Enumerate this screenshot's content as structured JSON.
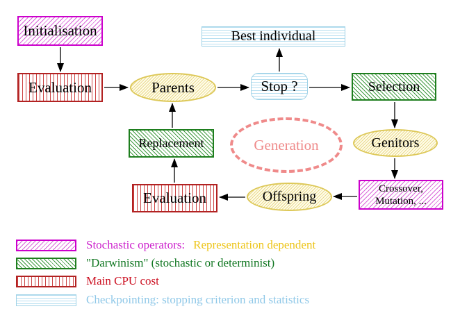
{
  "nodes": {
    "initialisation": {
      "label": "Initialisation"
    },
    "evaluation_top": {
      "label": "Evaluation"
    },
    "parents": {
      "label": "Parents"
    },
    "best_individual": {
      "label": "Best individual"
    },
    "stop": {
      "label": "Stop ?"
    },
    "selection": {
      "label": "Selection"
    },
    "genitors": {
      "label": "Genitors"
    },
    "crossover_mutation": {
      "line1": "Crossover,",
      "line2": "Mutation, ..."
    },
    "offspring": {
      "label": "Offspring"
    },
    "evaluation_bottom": {
      "label": "Evaluation"
    },
    "replacement": {
      "label": "Replacement"
    },
    "generation": {
      "label": "Generation"
    }
  },
  "legend": {
    "items": [
      {
        "swatch": "magenta-diagonal-hatch",
        "text_primary": "Stochastic operators:",
        "text_secondary": "Representation dependent"
      },
      {
        "swatch": "green-diagonal-hatch",
        "text_primary": "\"Darwinism\" (stochastic or determinist)"
      },
      {
        "swatch": "red-vertical-stripes",
        "text_primary": "Main CPU cost"
      },
      {
        "swatch": "cyan-horizontal-stripes",
        "text_primary": "Checkpointing: stopping criterion and statistics"
      }
    ]
  },
  "colors": {
    "stochastic_magenta": "#cc00cc",
    "darwinism_green": "#1e7e1e",
    "cpu_red": "#b22222",
    "checkpoint_cyan": "#9fd2e6",
    "operator_yellow": "#ddc858",
    "representation_gold": "#edc51a",
    "generation_pink": "#ef8a8a",
    "arrow_black": "#000000",
    "background": "#ffffff"
  }
}
